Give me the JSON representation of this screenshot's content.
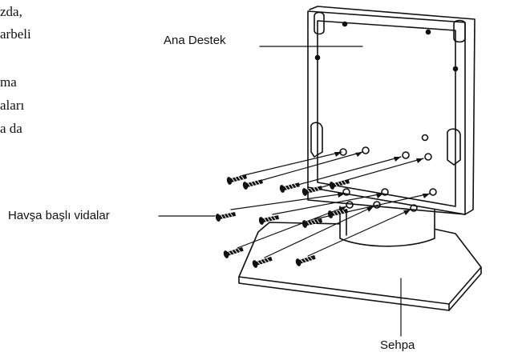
{
  "body_text": {
    "lines": [
      "zda,",
      "arbeli",
      "",
      "ma",
      "aları",
      "a da"
    ]
  },
  "labels": {
    "main_support": "Ana Destek",
    "screws": "Havşa başlı vidalar",
    "stand": "Sehpa"
  },
  "screw_count": 12
}
